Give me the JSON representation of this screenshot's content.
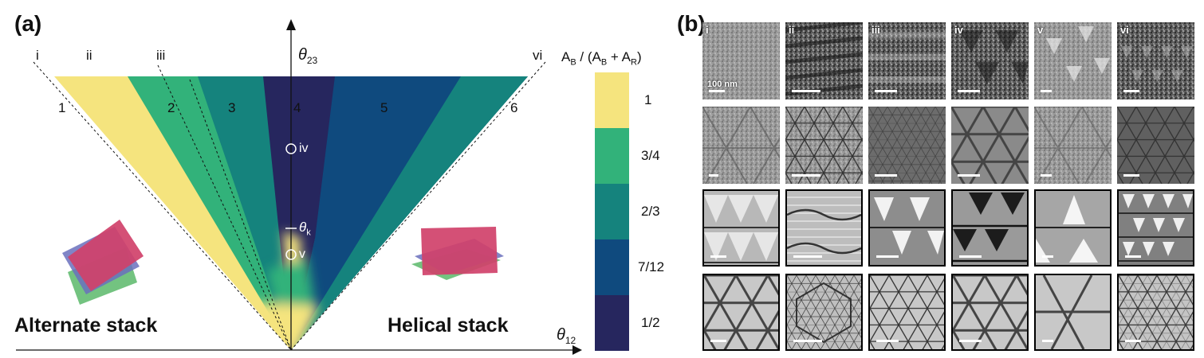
{
  "panel_a": {
    "label": "(a)",
    "roman_labels": [
      "i",
      "ii",
      "iii",
      "vi"
    ],
    "region_labels": [
      "1",
      "2",
      "3",
      "4",
      "5",
      "6"
    ],
    "axis_y": "θ",
    "axis_y_sub": "23",
    "axis_x": "θ",
    "axis_x_sub": "12",
    "theta_k": "θ",
    "theta_k_sub": "k",
    "point_iv": "iv",
    "point_v": "v",
    "alternate_stack": "Alternate stack",
    "helical_stack": "Helical stack",
    "colorbar_title": "A_B / (A_B + A_R)",
    "colorbar_ticks": [
      "1",
      "3/4",
      "2/3",
      "7/12",
      "1/2"
    ],
    "colors": {
      "c1": "#f5e47e",
      "c34": "#32b27a",
      "c23": "#15837d",
      "c712": "#0f4a7e",
      "c12": "#26265e",
      "layer_red": "#d0416a",
      "layer_blue": "#6a70bd",
      "layer_green": "#5bb86a"
    }
  },
  "panel_b": {
    "label": "(b)",
    "column_labels": [
      "i",
      "ii",
      "iii",
      "iv",
      "v",
      "vi"
    ],
    "scale_label": "100 nm"
  }
}
